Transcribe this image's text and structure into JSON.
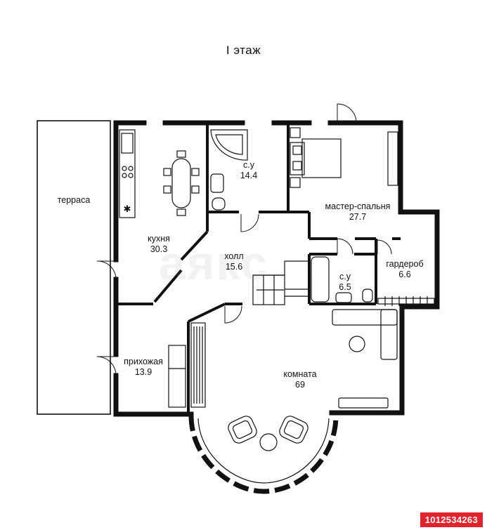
{
  "floor_title": "I этаж",
  "watermark": "аякс",
  "listing_id": "1012534263",
  "rooms": {
    "terrace": {
      "name": "терраса"
    },
    "kitchen": {
      "name": "кухня",
      "area": "30.3"
    },
    "bathroom_1": {
      "name": "с.у",
      "area": "14.4"
    },
    "master_bedroom": {
      "name": "мастер-спальня",
      "area": "27.7"
    },
    "hall": {
      "name": "холл",
      "area": "15.6"
    },
    "bathroom_2": {
      "name": "с.у",
      "area": "6.5"
    },
    "wardrobe": {
      "name": "гардероб",
      "area": "6.6"
    },
    "entrance": {
      "name": "прихожая",
      "area": "13.9"
    },
    "living_room": {
      "name": "комната",
      "area": "69"
    }
  },
  "colors": {
    "wall": "#111111",
    "badge": "#e3232b"
  }
}
